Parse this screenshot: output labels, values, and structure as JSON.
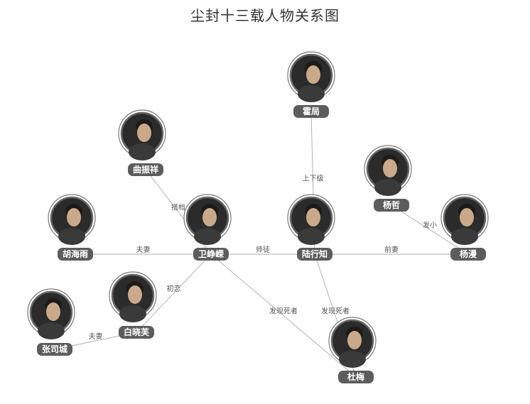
{
  "title": "尘封十三载人物关系图",
  "nodes": [
    {
      "id": "huoju",
      "name": "霍局"
    },
    {
      "id": "quzhenxiang",
      "name": "曲振祥"
    },
    {
      "id": "yangzhe",
      "name": "杨哲"
    },
    {
      "id": "huhaiyu",
      "name": "胡海雨"
    },
    {
      "id": "weizhengjun",
      "name": "卫峥嵘"
    },
    {
      "id": "luxingzhi",
      "name": "陆行知"
    },
    {
      "id": "yangman",
      "name": "杨漫"
    },
    {
      "id": "baixiaofu",
      "name": "白晓芙"
    },
    {
      "id": "zhangsicheng",
      "name": "张司城"
    },
    {
      "id": "dumei",
      "name": "杜梅"
    }
  ],
  "edges": [
    {
      "from": "huoju",
      "to": "luxingzhi",
      "label": "上下级"
    },
    {
      "from": "quzhenxiang",
      "to": "weizhengjun",
      "label": "搭档"
    },
    {
      "from": "huhaiyu",
      "to": "weizhengjun",
      "label": "夫妻"
    },
    {
      "from": "weizhengjun",
      "to": "luxingzhi",
      "label": "师徒"
    },
    {
      "from": "luxingzhi",
      "to": "yangman",
      "label": "前妻"
    },
    {
      "from": "yangzhe",
      "to": "yangman",
      "label": "发小"
    },
    {
      "from": "weizhengjun",
      "to": "baixiaofu",
      "label": "初恋"
    },
    {
      "from": "baixiaofu",
      "to": "zhangsicheng",
      "label": "夫妻"
    },
    {
      "from": "weizhengjun",
      "to": "dumei",
      "label": "发现死者"
    },
    {
      "from": "luxingzhi",
      "to": "dumei",
      "label": "发现死者"
    }
  ]
}
